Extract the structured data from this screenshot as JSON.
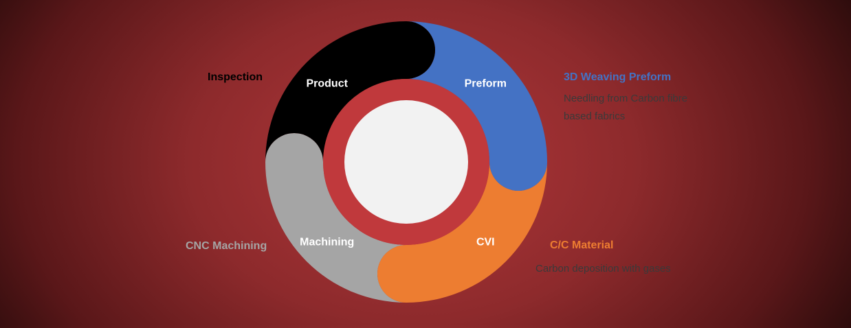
{
  "stages": [
    {
      "id": "product",
      "label": "Product",
      "color": "#000000"
    },
    {
      "id": "preform",
      "label": "Preform",
      "color": "#4472c4"
    },
    {
      "id": "cvi",
      "label": "CVI",
      "color": "#ed7d31"
    },
    {
      "id": "machining",
      "label": "Machining",
      "color": "#a5a5a5"
    }
  ],
  "side_labels": {
    "inspection": {
      "title": "Inspection",
      "color": "#000000"
    },
    "weaving": {
      "title": "3D Weaving Preform",
      "color": "#4472c4",
      "desc_line1": "Needling from Carbon fibre",
      "desc_line2": "based fabrics"
    },
    "cc": {
      "title": "C/C Material",
      "color": "#ed7d31",
      "desc_line1": "Carbon deposition with gases"
    },
    "cnc": {
      "title": "CNC Machining",
      "color": "#a5a5a5"
    }
  },
  "hub": {
    "ring_color": "#c0393c",
    "center_color": "#f2f2f2"
  }
}
